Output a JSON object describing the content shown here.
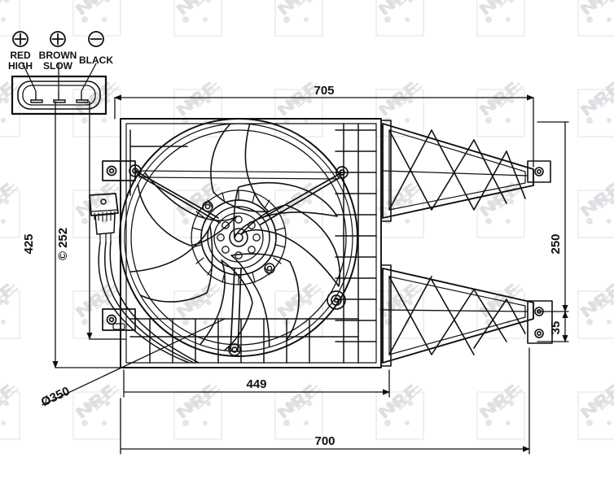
{
  "drawing": {
    "title": "Radiator cooling fan assembly technical drawing",
    "units": "mm",
    "line_color": "#111111",
    "background_color": "#ffffff",
    "watermark_color": "#e2e4e6"
  },
  "watermark": {
    "text": "NRF",
    "tile_pitch": 124,
    "opacity": 0.55
  },
  "connector_detail": {
    "name": "fan-connector-pinout",
    "pins": [
      {
        "id": "pin-red-high",
        "symbol": "⊕",
        "line1": "RED",
        "line2": "HIGH"
      },
      {
        "id": "pin-brown-slow",
        "symbol": "⊕",
        "line1": "BROWN",
        "line2": "SLOW"
      },
      {
        "id": "pin-black",
        "symbol": "⊖",
        "line1": "BLACK",
        "line2": ""
      }
    ]
  },
  "dimensions": {
    "top_overall": {
      "id": "dim-705",
      "value": "705",
      "orientation": "horizontal"
    },
    "bottom_outer": {
      "id": "dim-700",
      "value": "700",
      "orientation": "horizontal"
    },
    "bottom_inner": {
      "id": "dim-449",
      "value": "449",
      "orientation": "horizontal"
    },
    "left_overall": {
      "id": "dim-425",
      "value": "425",
      "orientation": "vertical"
    },
    "left_fan_diameter": {
      "id": "dim-252",
      "value": "© 252",
      "orientation": "vertical"
    },
    "right_height": {
      "id": "dim-250",
      "value": "250",
      "orientation": "vertical"
    },
    "right_bracket": {
      "id": "dim-35",
      "value": "35",
      "orientation": "vertical"
    },
    "fan_diameter_leader": {
      "id": "dim-d350",
      "value": "Ø350",
      "orientation": "diagonal"
    }
  },
  "components": {
    "shroud": "fan-shroud-frame",
    "fan": "fan-blade-assembly",
    "blade_count": 7,
    "hub": "fan-motor-hub",
    "motor_bracket": "motor-support-spokes",
    "connector_plug": "wiring-connector-plug",
    "wire_count": 3,
    "brackets": [
      "upper-truss-bracket",
      "lower-truss-bracket"
    ],
    "mounting_tabs": [
      "tab-upper-left",
      "tab-lower-left",
      "tab-upper-right",
      "tab-lower-right"
    ]
  }
}
